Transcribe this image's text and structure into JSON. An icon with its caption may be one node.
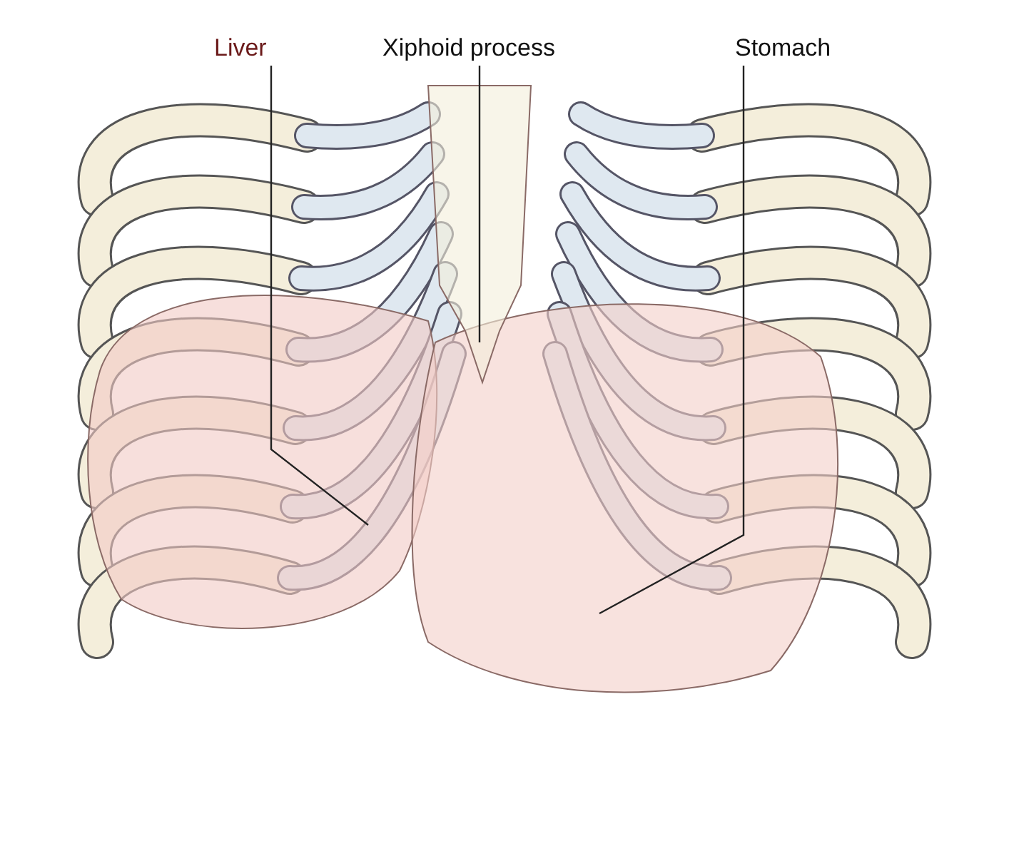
{
  "diagram": {
    "nodes": [
      {
        "text": [
          "Liver"
        ]
      },
      {
        "text": [
          "Xiphoid process"
        ]
      },
      {
        "text": [
          "Stomach"
        ]
      },
      {
        "text": [],
        "shape": "picture"
      },
      {
        "text": [],
        "shape": "picture"
      },
      {
        "text": [],
        "shape": "picture"
      }
    ],
    "edges": [
      {
        "from": 0,
        "to": 3,
        "arrow": "none"
      },
      {
        "from": 1,
        "to": 4,
        "arrow": "none"
      },
      {
        "from": 2,
        "to": 5,
        "arrow": "none"
      }
    ]
  }
}
